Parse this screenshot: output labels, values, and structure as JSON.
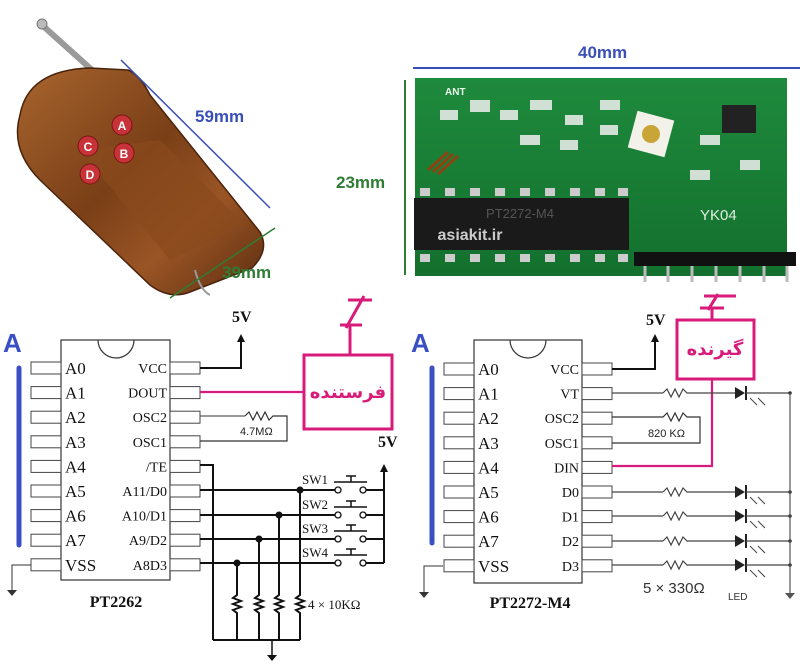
{
  "photos": {
    "transmitter_remote": {
      "buttons": [
        "A",
        "B",
        "C",
        "D"
      ],
      "length_label": "59mm",
      "width_label": "39mm"
    },
    "receiver_module": {
      "width_label": "40mm",
      "height_label": "23mm",
      "chip_marking": "PT2272-M4",
      "watermark": "asiakit.ir",
      "board_label": "YK04",
      "pcb_text": "ANT"
    }
  },
  "colors": {
    "address_bus": "#3b4fc4",
    "rf_module": "#d81b7a",
    "dim_blue": "#3a4fb8",
    "dim_green": "#2e7d32"
  },
  "transmitter_circuit": {
    "address_bus_label": "A",
    "chip_name": "PT2262",
    "left_pins": [
      "A0",
      "A1",
      "A2",
      "A3",
      "A4",
      "A5",
      "A6",
      "A7",
      "VSS"
    ],
    "right_pins": [
      "VCC",
      "DOUT",
      "OSC2",
      "OSC1",
      "/TE",
      "A11/D0",
      "A10/D1",
      "A9/D2",
      "A8D3"
    ],
    "supply_label_top": "5V",
    "supply_label_switches": "5V",
    "osc_resistor": "4.7MΩ",
    "rf_module_label": "فرستنده",
    "switches": [
      "SW1",
      "SW2",
      "SW3",
      "SW4"
    ],
    "pulldown_resistors": "4 × 10KΩ"
  },
  "receiver_circuit": {
    "address_bus_label": "A",
    "chip_name": "PT2272-M4",
    "left_pins": [
      "A0",
      "A1",
      "A2",
      "A3",
      "A4",
      "A5",
      "A6",
      "A7",
      "VSS"
    ],
    "right_pins": [
      "VCC",
      "VT",
      "OSC2",
      "OSC1",
      "DIN",
      "D0",
      "D1",
      "D2",
      "D3"
    ],
    "supply_label": "5V",
    "osc_resistor": "820 KΩ",
    "rf_module_label": "گیرنده",
    "led_resistors": "5 × 330Ω",
    "led_label": "LED"
  }
}
